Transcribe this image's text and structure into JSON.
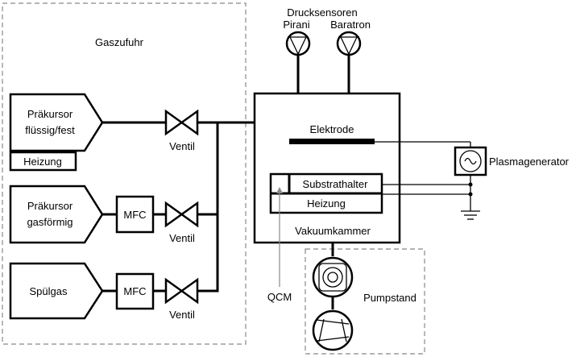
{
  "labels": {
    "gas_supply": "Gaszufuhr",
    "precursor_liquid_line1": "Präkursor",
    "precursor_liquid_line2": "flüssig/fest",
    "heating_precursor": "Heizung",
    "precursor_gas_line1": "Präkursor",
    "precursor_gas_line2": "gasförmig",
    "purge_gas": "Spülgas",
    "mfc_1": "MFC",
    "mfc_2": "MFC",
    "valve_1": "Ventil",
    "valve_2": "Ventil",
    "valve_3": "Ventil",
    "pressure_sensors": "Drucksensoren",
    "pirani": "Pirani",
    "baratron": "Baratron",
    "electrode": "Elektrode",
    "substrate_holder": "Substrathalter",
    "heating_chamber": "Heizung",
    "vacuum_chamber": "Vakuumkammer",
    "plasma_generator": "Plasmagenerator",
    "qcm": "QCM",
    "pump_stand": "Pumpstand"
  },
  "icons": {
    "valve": "valve-icon",
    "pressure_gauge": "pressure-gauge-icon",
    "ac_source": "ac-source-icon",
    "ground": "ground-icon",
    "turbo_pump": "turbo-pump-icon",
    "roughing_pump": "roughing-pump-icon"
  }
}
